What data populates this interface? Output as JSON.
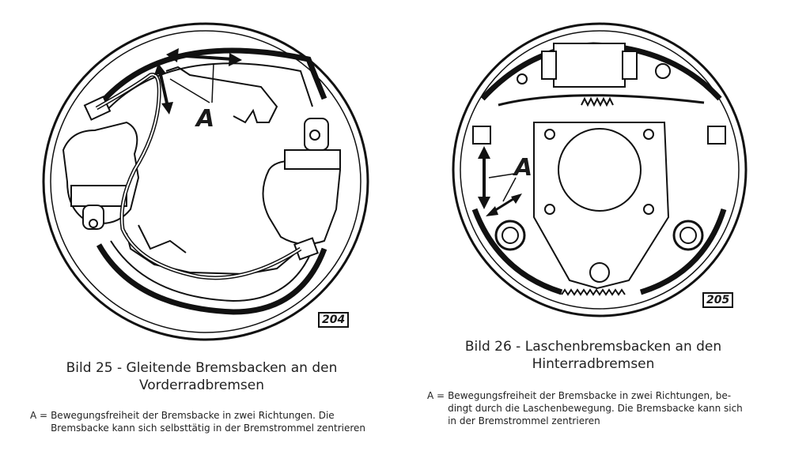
{
  "figures": [
    {
      "number_tag": "204",
      "label": "A",
      "caption_line1": "Bild 25 - Gleitende Bremsbacken an den",
      "caption_line2": "Vorderradbremsen",
      "legend_key": "A =",
      "legend_line1": "Bewegungsfreiheit der Bremsbacke in zwei Richtungen. Die",
      "legend_line2": "Bremsbacke kann sich selbsttätig in der Bremstrommel zentrieren"
    },
    {
      "number_tag": "205",
      "label": "A",
      "caption_line1": "Bild 26 - Laschenbremsbacken an den",
      "caption_line2": "Hinterradbremsen",
      "legend_key": "A =",
      "legend_line1": "Bewegungsfreiheit der Bremsbacke in zwei Richtungen, be-",
      "legend_line2": "dingt durch die Laschenbewegung. Die Bremsbacke kann sich",
      "legend_line3": "in der Bremstrommel zentrieren"
    }
  ]
}
